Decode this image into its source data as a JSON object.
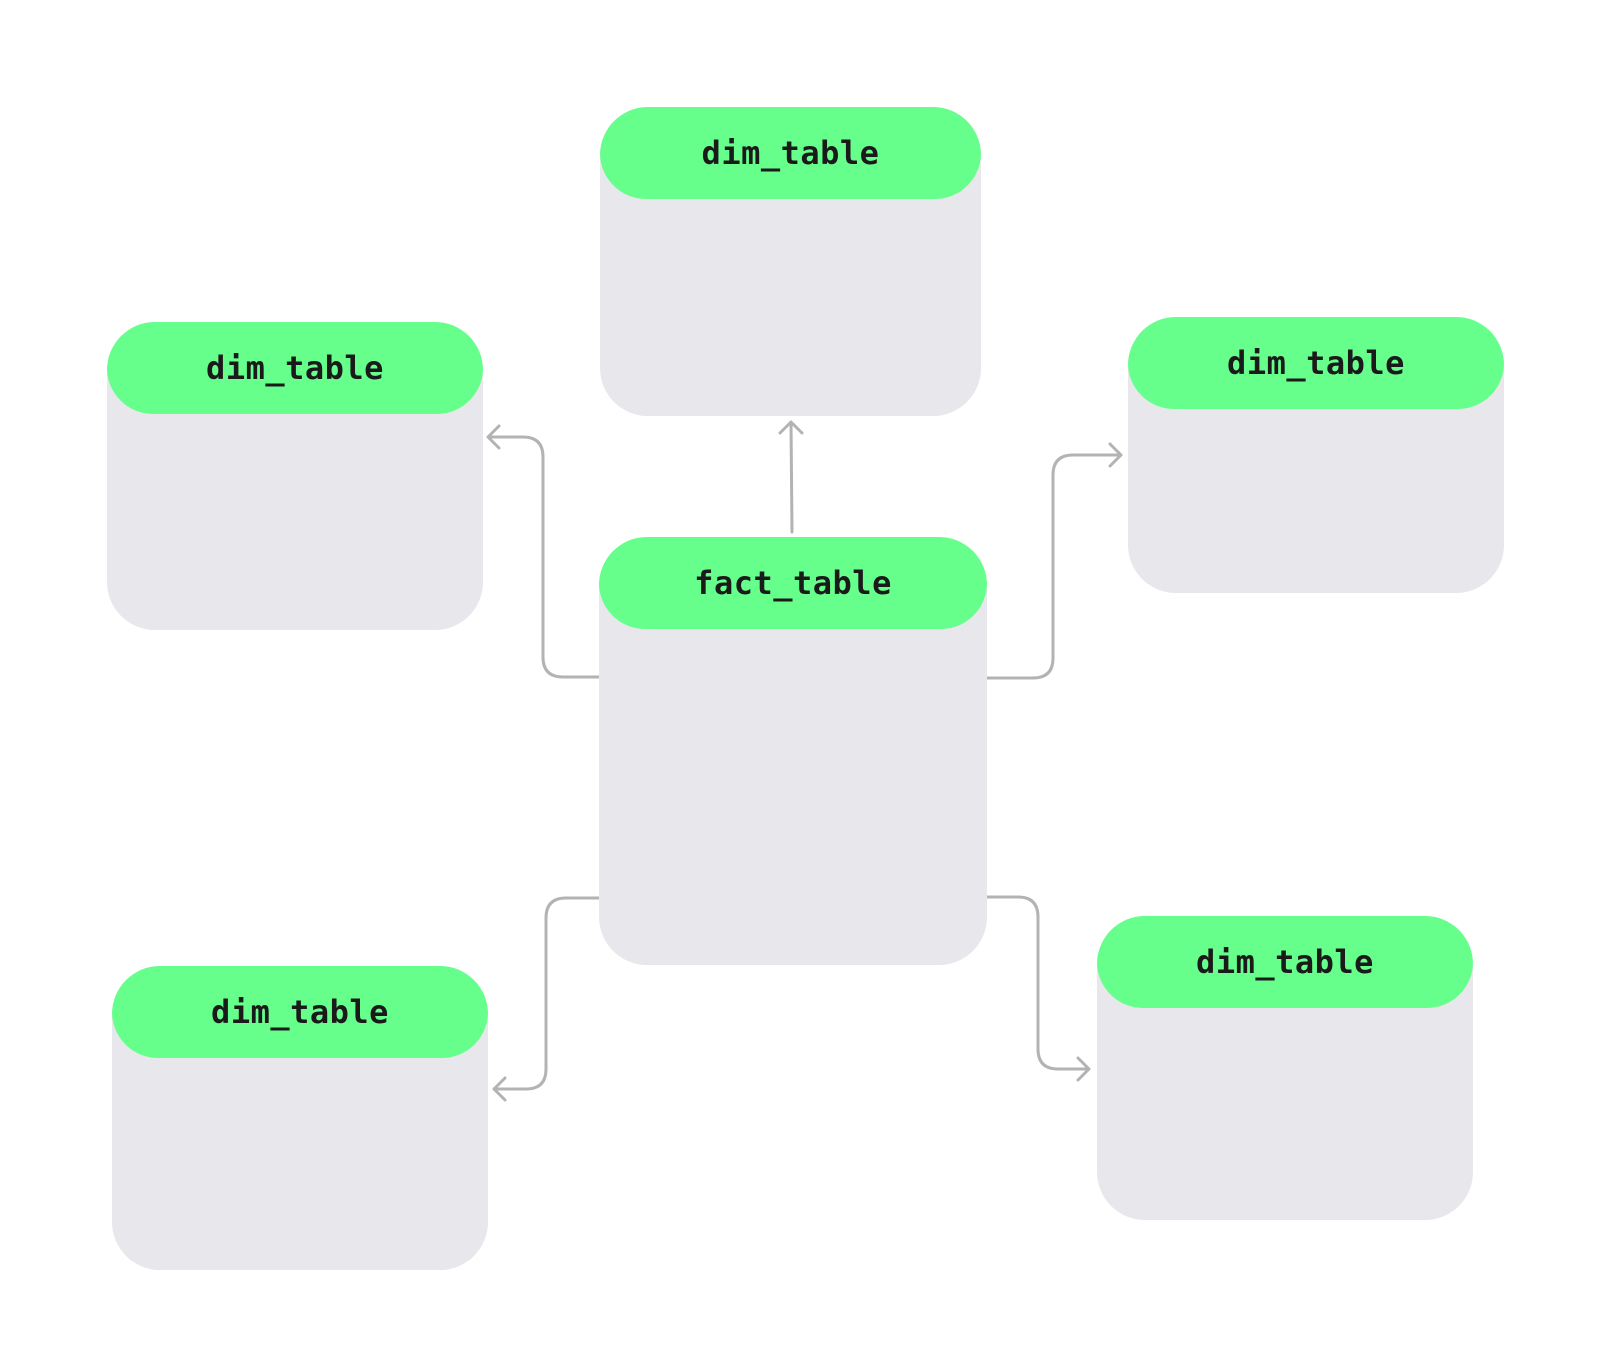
{
  "diagram": {
    "fact_table": {
      "label": "fact_table"
    },
    "dim_tables": [
      {
        "label": "dim_table"
      },
      {
        "label": "dim_table"
      },
      {
        "label": "dim_table"
      },
      {
        "label": "dim_table"
      },
      {
        "label": "dim_table"
      }
    ],
    "relationships": [
      {
        "from": "fact_table",
        "to": "dim_tables.0"
      },
      {
        "from": "fact_table",
        "to": "dim_tables.1"
      },
      {
        "from": "fact_table",
        "to": "dim_tables.2"
      },
      {
        "from": "fact_table",
        "to": "dim_tables.3"
      },
      {
        "from": "fact_table",
        "to": "dim_tables.4"
      }
    ],
    "colors": {
      "header": "#66ff8c",
      "body": "#e7e7ec",
      "connector": "#b3b3b3",
      "label": "#1a1a1a",
      "background": "#ffffff"
    }
  }
}
